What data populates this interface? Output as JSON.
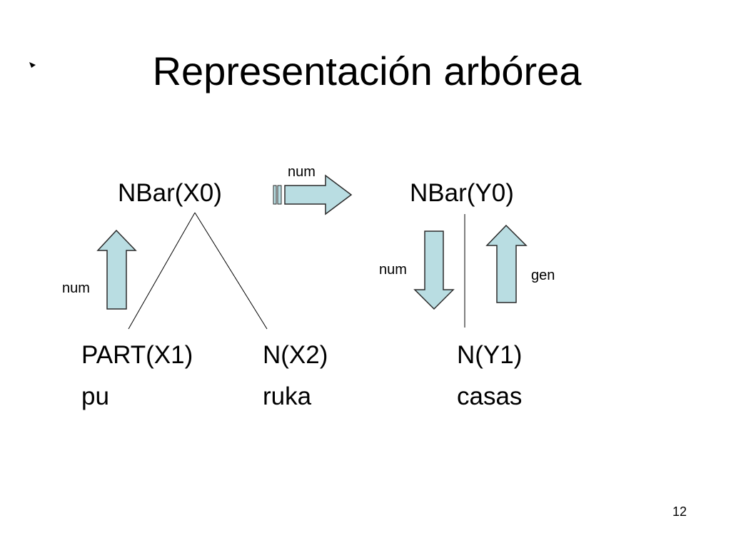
{
  "slide": {
    "title": "Representación arbórea",
    "page_number": "12"
  },
  "tree_source": {
    "root": "NBar(X0)",
    "children": [
      {
        "label": "PART(X1)",
        "word": "pu"
      },
      {
        "label": "N(X2)",
        "word": "ruka"
      }
    ],
    "up_arrow_label": "num"
  },
  "transfer": {
    "arrow_label": "num"
  },
  "tree_target": {
    "root": "NBar(Y0)",
    "child": {
      "label": "N(Y1)",
      "word": "casas"
    },
    "down_arrow_label": "num",
    "up_arrow_label": "gen"
  },
  "colors": {
    "arrow_fill": "#b9dde2",
    "arrow_stroke": "#2a2a2a",
    "text": "#000000"
  },
  "icons": [
    "slide-bullet-icon",
    "up-arrow-icon",
    "down-arrow-icon",
    "striped-right-arrow-icon"
  ]
}
